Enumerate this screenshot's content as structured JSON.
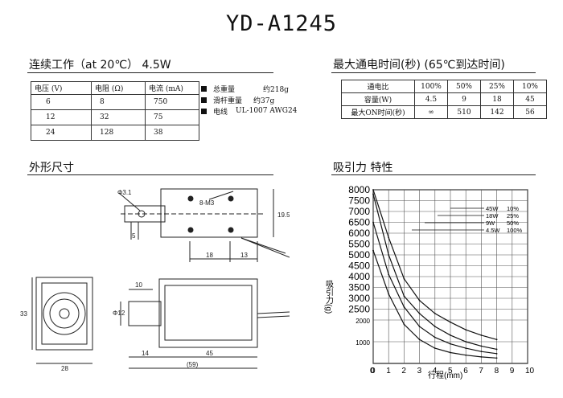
{
  "title": "YD-A1245",
  "sections": {
    "continuous": "连续工作（at 20℃） 4.5W",
    "max_on": "最大通电时间(秒) (65℃到达时间)",
    "dims": "外形尺寸",
    "force": "吸引力 特性"
  },
  "spec_table": {
    "headers": [
      "电压 (V)",
      "电阻 (Ω)",
      "电流 (mA)"
    ],
    "rows": [
      [
        "6",
        "8",
        "750"
      ],
      [
        "12",
        "32",
        "75"
      ],
      [
        "24",
        "128",
        "38"
      ]
    ]
  },
  "specs": [
    {
      "label": "总重量",
      "value": "约218g"
    },
    {
      "label": "滑杆重量",
      "value": "约37g"
    },
    {
      "label": "电线",
      "value": "UL-1007 AWG24"
    }
  ],
  "duty_table": {
    "rows": [
      [
        "通电比",
        "100%",
        "50%",
        "25%",
        "10%"
      ],
      [
        "容量(W)",
        "4.5",
        "9",
        "18",
        "45"
      ],
      [
        "最大ON时间(秒)",
        "∞",
        "510",
        "142",
        "56"
      ]
    ]
  },
  "drawing": {
    "hole_dia": "Φ3.1",
    "thread": "8-M3",
    "d_19_5": "19.5",
    "d_5": "5",
    "d_18": "18",
    "d_13": "13",
    "d_10": "10",
    "d_phi12": "Φ12",
    "d_33": "33",
    "d_28": "28",
    "d_14": "14",
    "d_45": "45",
    "d_59": "(59)"
  },
  "chart_data": {
    "type": "line",
    "ylabel": "吸引力(g)",
    "xlabel": "行程(mm)",
    "xlim": [
      0,
      10
    ],
    "ylim": [
      0,
      8000
    ],
    "x_ticks": [
      "0",
      "1",
      "2",
      "3",
      "4",
      "5",
      "6",
      "7",
      "8",
      "9",
      "10"
    ],
    "y_ticks": [
      "1000",
      "2000",
      "2500",
      "3000",
      "3500",
      "4000",
      "4500",
      "5000",
      "5500",
      "6000",
      "6500",
      "7000",
      "7500",
      "8000"
    ],
    "series": [
      {
        "name": "45W 10%",
        "x": [
          0,
          1,
          2,
          3,
          4,
          5,
          6,
          7,
          8
        ],
        "y": [
          8000,
          5800,
          3900,
          2900,
          2300,
          1900,
          1550,
          1300,
          1100
        ]
      },
      {
        "name": "18W 25%",
        "x": [
          0,
          1,
          2,
          3,
          4,
          5,
          6,
          7,
          8
        ],
        "y": [
          7800,
          5000,
          3100,
          2300,
          1700,
          1300,
          1000,
          800,
          650
        ]
      },
      {
        "name": "9W 50%",
        "x": [
          0,
          1,
          2,
          3,
          4,
          5,
          6,
          7,
          8
        ],
        "y": [
          6500,
          4100,
          2600,
          1700,
          1200,
          900,
          700,
          550,
          450
        ]
      },
      {
        "name": "4.5W 100%",
        "x": [
          0,
          1,
          2,
          3,
          4,
          5,
          6,
          7,
          8
        ],
        "y": [
          5200,
          3200,
          1800,
          1100,
          700,
          500,
          380,
          300,
          250
        ]
      }
    ],
    "legend": [
      "45W",
      "10%",
      "18W",
      "25%",
      "9W",
      "50%",
      "4.5W",
      "100%"
    ],
    "grid": true
  }
}
